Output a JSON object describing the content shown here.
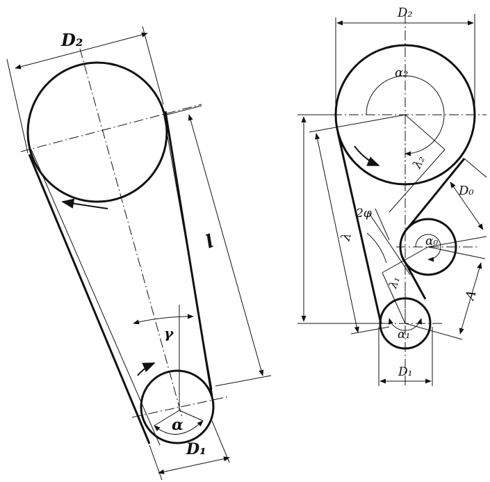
{
  "left_figure": {
    "labels": {
      "d2": "D₂",
      "d1": "D₁",
      "length": "l",
      "gamma": "γ",
      "alpha": "α"
    }
  },
  "right_figure": {
    "labels": {
      "d2": "D₂",
      "d1": "D₁",
      "d0": "D₀",
      "alpha2": "α₂",
      "alpha0": "α₀",
      "alpha1": "α₁",
      "lambda2": "λ₂",
      "lambda1": "λ₁",
      "lambda": "λ",
      "two_phi": "2φ",
      "a": "A"
    }
  },
  "colors": {
    "ink": "#111111",
    "paper": "#ffffff"
  }
}
